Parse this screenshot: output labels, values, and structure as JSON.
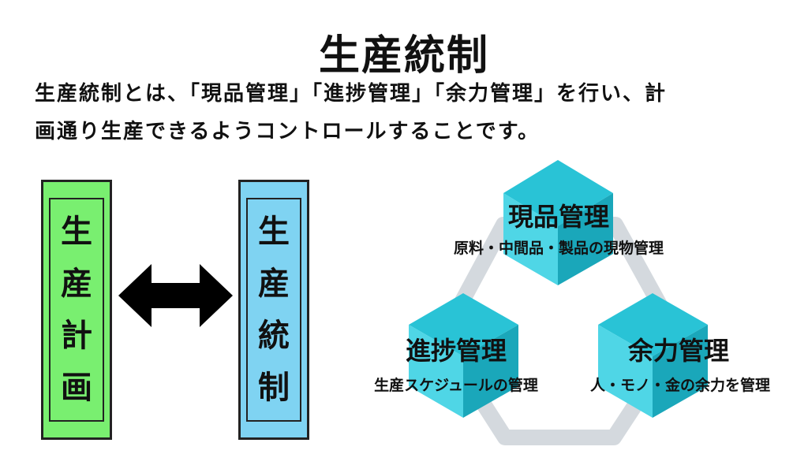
{
  "title": "生産統制",
  "description": {
    "line1": "生産統制とは、「現品管理」「進捗管理」「余力管理」を行い、計",
    "line2": "画通り生産できるようコントロールすることです。"
  },
  "plan_box": {
    "chars": [
      "生",
      "産",
      "計",
      "画"
    ]
  },
  "control_box": {
    "chars": [
      "生",
      "産",
      "統",
      "制"
    ]
  },
  "cubes": {
    "top": {
      "title": "現品管理",
      "subtitle": "原料・中間品・製品の現物管理"
    },
    "left": {
      "title": "進捗管理",
      "subtitle": "生産スケジュールの管理"
    },
    "right": {
      "title": "余力管理",
      "subtitle": "人・モノ・金の余力を管理"
    }
  },
  "colors": {
    "plan_box": "#79ef70",
    "control_box": "#7fd3f2",
    "cube_top": "#29c3d6",
    "cube_light": "#4fd6e6",
    "cube_dark": "#1aa7ba",
    "ring": "#d4d9de"
  }
}
